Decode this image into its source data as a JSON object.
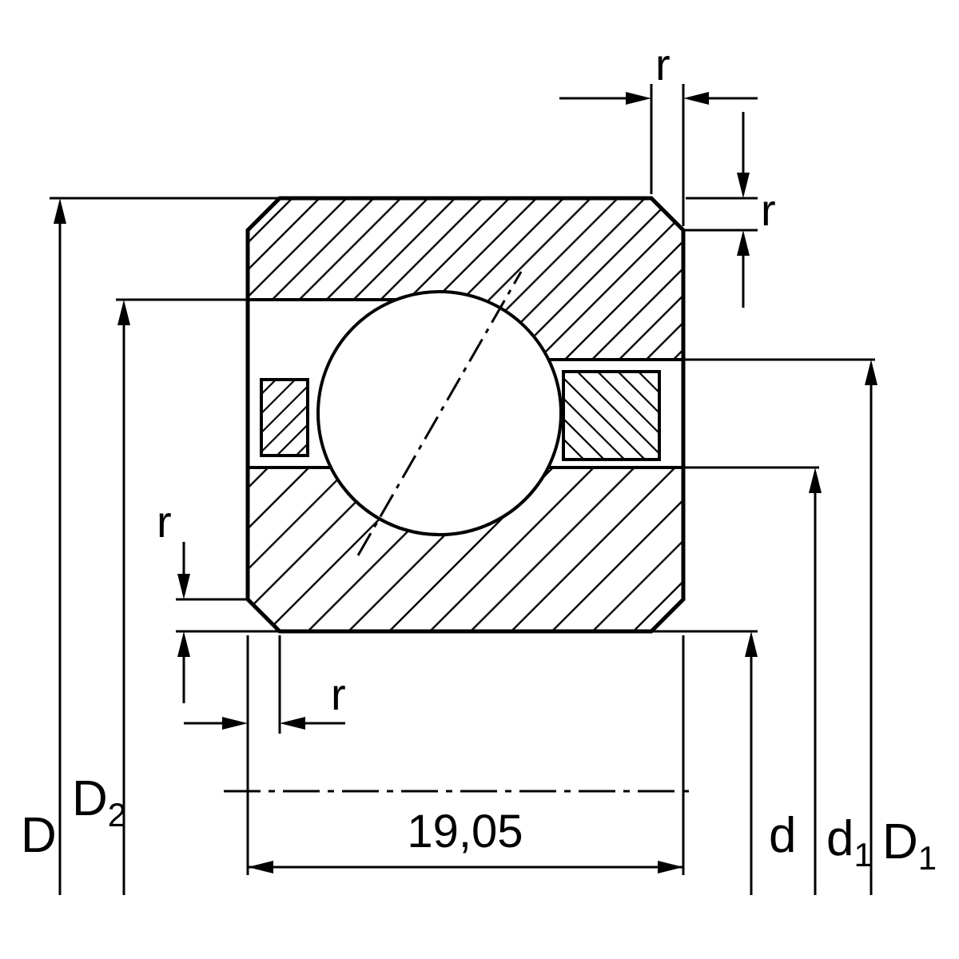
{
  "labels": {
    "outer_diameter": {
      "base": "D",
      "sub": ""
    },
    "outer_ring_shoulder": {
      "base": "D",
      "sub": "2"
    },
    "bore_diameter": {
      "base": "d",
      "sub": ""
    },
    "inner_ring_shoulder": {
      "base": "d",
      "sub": "1"
    },
    "outer_ring_land": {
      "base": "D",
      "sub": "1"
    },
    "section_width": "19,05",
    "chamfer_top": "r",
    "chamfer_right": "r",
    "chamfer_left_vertical": "r",
    "chamfer_left_horizontal": "r"
  },
  "colors": {
    "ink": "#000000",
    "paper": "#ffffff"
  }
}
